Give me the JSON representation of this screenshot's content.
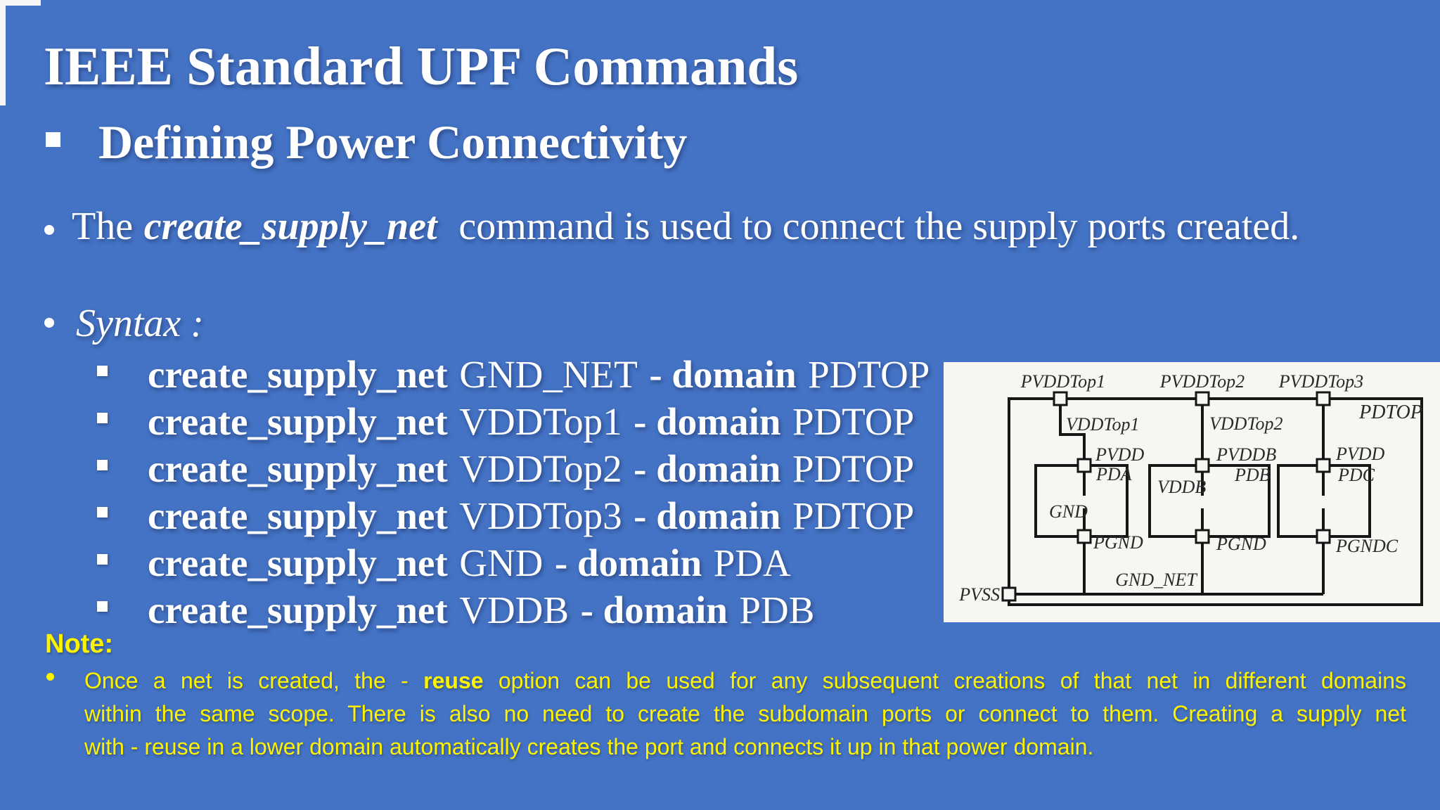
{
  "slide": {
    "title": "IEEE Standard UPF Commands",
    "heading": "Defining Power Connectivity",
    "bullet1": {
      "pre": "The",
      "command": "create_supply_net",
      "post": "command is used to connect the supply ports created."
    },
    "syntax_label": "Syntax :",
    "syntax_items": [
      {
        "cmd": "create_supply_net",
        "net": "GND_NET",
        "flag": "- domain",
        "domain": "PDTOP"
      },
      {
        "cmd": "create_supply_net",
        "net": "VDDTop1",
        "flag": "- domain",
        "domain": "PDTOP"
      },
      {
        "cmd": "create_supply_net",
        "net": "VDDTop2",
        "flag": "- domain",
        "domain": "PDTOP"
      },
      {
        "cmd": "create_supply_net",
        "net": "VDDTop3",
        "flag": "- domain",
        "domain": "PDTOP"
      },
      {
        "cmd": "create_supply_net",
        "net": "GND",
        "flag": "- domain",
        "domain": "PDA"
      },
      {
        "cmd": "create_supply_net",
        "net": "VDDB",
        "flag": "- domain",
        "domain": "PDB"
      }
    ],
    "note": {
      "heading": "Note:",
      "line1_pre": "Once a net is created, the - ",
      "line1_bold": "reuse",
      "line1_post": " option can be used for any subsequent creations of that net in different domains",
      "line2": "within the same scope. There is also no need to create the subdomain ports or connect to them. Creating a supply net",
      "line3": "with - reuse in a lower domain automatically creates the port and connects it up in that power domain."
    }
  },
  "diagram": {
    "labels": {
      "pvddtop1": "PVDDTop1",
      "pvddtop2": "PVDDTop2",
      "pvddtop3": "PVDDTop3",
      "pdtop": "PDTOP",
      "vddtop1": "VDDTop1",
      "vddtop2": "VDDTop2",
      "pvdd_a": "PVDD",
      "pda": "PDA",
      "gnd": "GND",
      "pgnd_a": "PGND",
      "pvddb": "PVDDB",
      "pdb": "PDB",
      "vddb": "VDDB",
      "pgnd_b": "PGND",
      "pvdd_c": "PVDD",
      "pdc": "PDC",
      "pgndc": "PGNDC",
      "pvss": "PVSS",
      "gnd_net": "GND_NET"
    }
  },
  "colors": {
    "background": "#4472C4",
    "text": "#FFFFFF",
    "note": "#FDF300",
    "diagram_bg": "#F6F6F3",
    "diagram_line": "#161616",
    "diagram_text": "#2A2A2A"
  }
}
